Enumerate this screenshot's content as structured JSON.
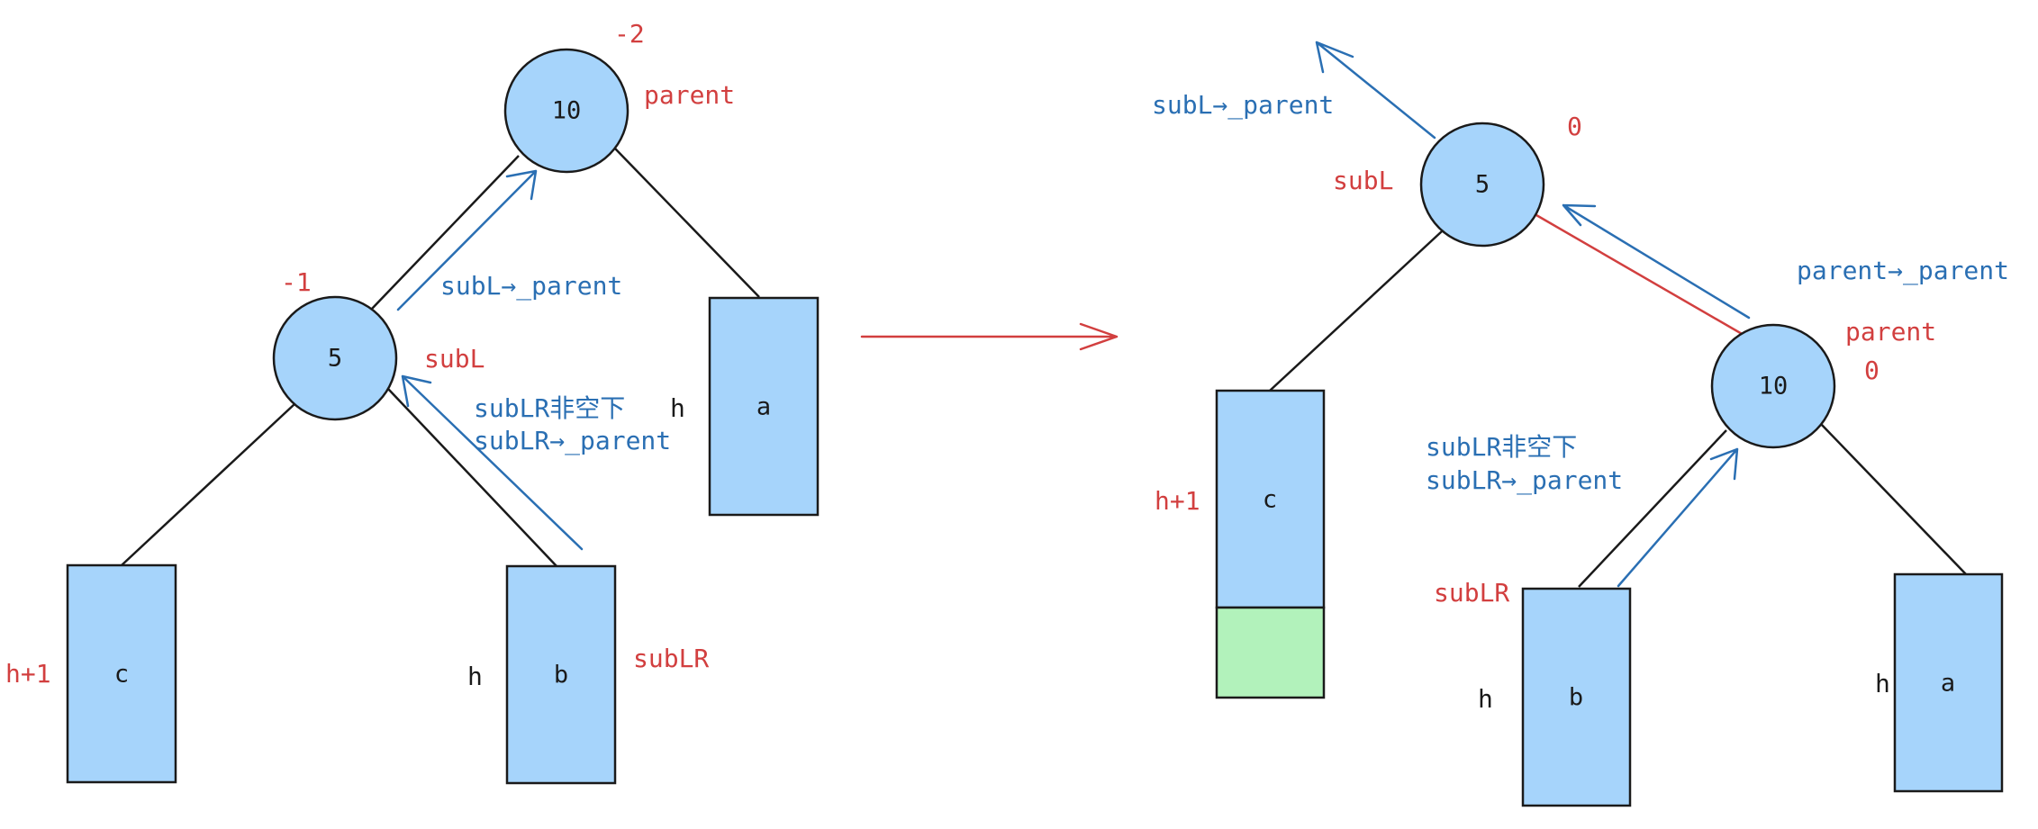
{
  "left": {
    "node_root": {
      "value": "10",
      "bf": "-2",
      "tag": "parent"
    },
    "node_left": {
      "value": "5",
      "bf": "-1",
      "tag": "subL"
    },
    "box_c": {
      "label": "c",
      "height": "h+1"
    },
    "box_b": {
      "label": "b",
      "height": "h",
      "tag": "subLR"
    },
    "box_a": {
      "label": "a",
      "height": "h"
    },
    "arrow_subL_parent": "subL→_parent",
    "arrow_subLR_line1": "subLR非空下",
    "arrow_subLR_line2": "subLR→_parent"
  },
  "right": {
    "node_root": {
      "value": "5",
      "bf": "0",
      "tag": "subL"
    },
    "node_right": {
      "value": "10",
      "bf": "0",
      "tag": "parent"
    },
    "box_c": {
      "label": "c",
      "height": "h+1"
    },
    "box_b": {
      "label": "b",
      "height": "h",
      "tag": "subLR"
    },
    "box_a": {
      "label": "a",
      "height": "h"
    },
    "arrow_subL_parent": "subL→_parent",
    "arrow_parent_parent": "parent→_parent",
    "arrow_subLR_line1": "subLR非空下",
    "arrow_subLR_line2": "subLR→_parent"
  },
  "colors": {
    "node_fill": "#a6d4fb",
    "added_height_fill": "#b2f2bb",
    "red_annotation": "#d23f3f",
    "blue_annotation": "#2a6fb3",
    "stroke": "#1a1a1a"
  }
}
